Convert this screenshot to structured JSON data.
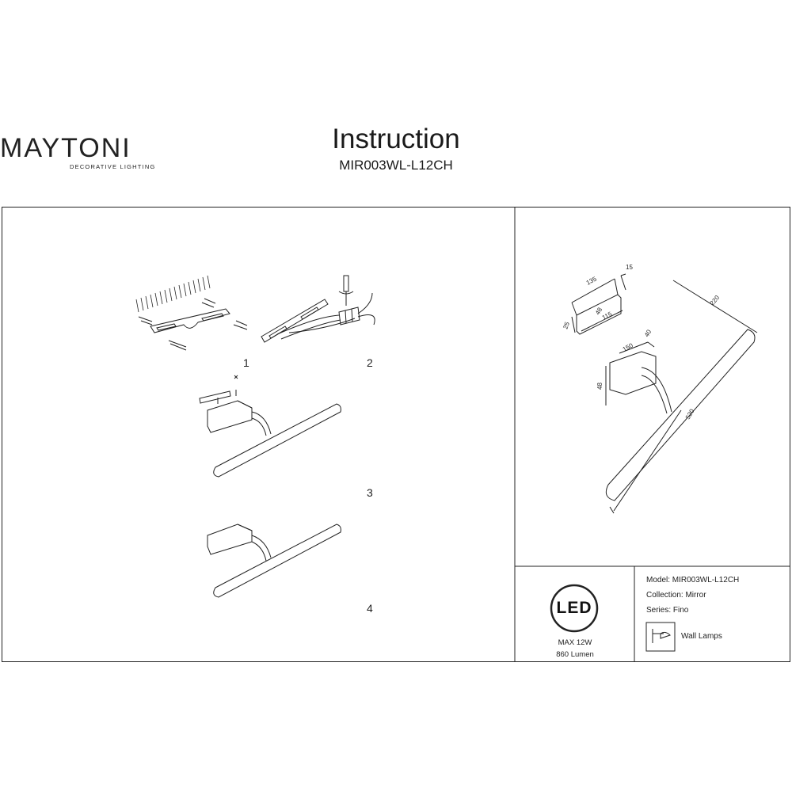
{
  "brand": {
    "name": "MAYTONI",
    "tagline": "DECORATIVE LIGHTING"
  },
  "header": {
    "title": "Instruction",
    "model": "MIR003WL-L12CH"
  },
  "steps": [
    "1",
    "2",
    "3",
    "4"
  ],
  "dimensions": [
    "15",
    "135",
    "48",
    "115",
    "25",
    "40",
    "150",
    "220",
    "48",
    "520"
  ],
  "led": {
    "badge": "LED",
    "power": "MAX 12W",
    "lumen": "860 Lumen"
  },
  "info": {
    "model": "Model: MIR003WL-L12CH",
    "collection": "Collection: Mirror",
    "series": "Series: Fino",
    "type": "Wall Lamps"
  }
}
